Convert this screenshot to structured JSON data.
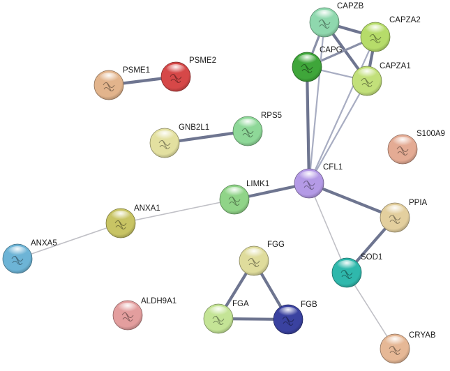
{
  "network": {
    "nodes": [
      {
        "id": "CAPZB",
        "label": "CAPZB",
        "color": "#8fd8ae"
      },
      {
        "id": "CAPZA2",
        "label": "CAPZA2",
        "color": "#b6dc6a"
      },
      {
        "id": "CAPG",
        "label": "CAPG",
        "color": "#3fa63a"
      },
      {
        "id": "CAPZA1",
        "label": "CAPZA1",
        "color": "#c2e07a"
      },
      {
        "id": "PSME1",
        "label": "PSME1",
        "color": "#e2b48c"
      },
      {
        "id": "PSME2",
        "label": "PSME2",
        "color": "#d64848"
      },
      {
        "id": "GNB2L1",
        "label": "GNB2L1",
        "color": "#e3e0a0"
      },
      {
        "id": "RPS5",
        "label": "RPS5",
        "color": "#8ed898"
      },
      {
        "id": "S100A9",
        "label": "S100A9",
        "color": "#e4ab94"
      },
      {
        "id": "CFL1",
        "label": "CFL1",
        "color": "#b49ae6"
      },
      {
        "id": "LIMK1",
        "label": "LIMK1",
        "color": "#90d488"
      },
      {
        "id": "ANXA1",
        "label": "ANXA1",
        "color": "#c8c464"
      },
      {
        "id": "PPIA",
        "label": "PPIA",
        "color": "#e3cf9e"
      },
      {
        "id": "ANXA5",
        "label": "ANXA5",
        "color": "#6db4d6"
      },
      {
        "id": "SOD1",
        "label": "SOD1",
        "color": "#2fb8ac"
      },
      {
        "id": "FGG",
        "label": "FGG",
        "color": "#dfdc9c"
      },
      {
        "id": "ALDH9A1",
        "label": "ALDH9A1",
        "color": "#e39e9e"
      },
      {
        "id": "FGA",
        "label": "FGA",
        "color": "#c4e496"
      },
      {
        "id": "FGB",
        "label": "FGB",
        "color": "#3a42a0"
      },
      {
        "id": "CRYAB",
        "label": "CRYAB",
        "color": "#e6b896"
      }
    ],
    "edges": [
      {
        "source": "CAPZB",
        "target": "CAPZA2",
        "weight": "strong"
      },
      {
        "source": "CAPZB",
        "target": "CAPG",
        "weight": "medium"
      },
      {
        "source": "CAPZB",
        "target": "CAPZA1",
        "weight": "strong"
      },
      {
        "source": "CAPZA2",
        "target": "CAPG",
        "weight": "medium"
      },
      {
        "source": "CAPZA2",
        "target": "CAPZA1",
        "weight": "strong"
      },
      {
        "source": "CAPG",
        "target": "CAPZA1",
        "weight": "light"
      },
      {
        "source": "CFL1",
        "target": "CAPZB",
        "weight": "light"
      },
      {
        "source": "CFL1",
        "target": "CAPG",
        "weight": "strong"
      },
      {
        "source": "CFL1",
        "target": "CAPZA2",
        "weight": "light"
      },
      {
        "source": "CFL1",
        "target": "CAPZA1",
        "weight": "light"
      },
      {
        "source": "PSME1",
        "target": "PSME2",
        "weight": "strong"
      },
      {
        "source": "GNB2L1",
        "target": "RPS5",
        "weight": "strong"
      },
      {
        "source": "CFL1",
        "target": "LIMK1",
        "weight": "strong"
      },
      {
        "source": "CFL1",
        "target": "PPIA",
        "weight": "strong"
      },
      {
        "source": "CFL1",
        "target": "SOD1",
        "weight": "faint"
      },
      {
        "source": "LIMK1",
        "target": "ANXA1",
        "weight": "faint"
      },
      {
        "source": "ANXA1",
        "target": "ANXA5",
        "weight": "faint"
      },
      {
        "source": "PPIA",
        "target": "SOD1",
        "weight": "strong"
      },
      {
        "source": "SOD1",
        "target": "CRYAB",
        "weight": "faint"
      },
      {
        "source": "FGG",
        "target": "FGA",
        "weight": "strong"
      },
      {
        "source": "FGG",
        "target": "FGB",
        "weight": "strong"
      },
      {
        "source": "FGA",
        "target": "FGB",
        "weight": "strong"
      }
    ],
    "edge_colors": {
      "strong": "#6e7590",
      "medium": "#8a90a8",
      "light": "#a8adc2",
      "faint": "#c0c0c6"
    }
  }
}
